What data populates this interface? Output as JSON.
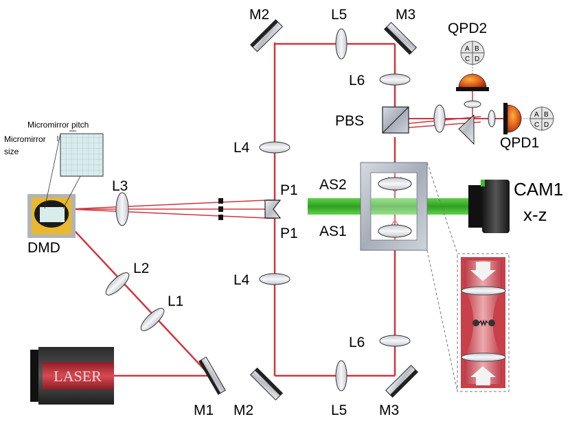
{
  "labels": {
    "m1": "M1",
    "m2_top": "M2",
    "m2_bottom": "M2",
    "m3_top": "M3",
    "m3_bottom": "M3",
    "l1": "L1",
    "l2": "L2",
    "l3": "L3",
    "l4_top": "L4",
    "l4_bottom": "L4",
    "l5_top": "L5",
    "l5_bottom": "L5",
    "l6_top": "L6",
    "l6_bottom": "L6",
    "p1_top": "P1",
    "p1_bottom": "P1",
    "pbs": "PBS",
    "as1": "AS1",
    "as2": "AS2",
    "qpd1": "QPD1",
    "qpd2": "QPD2",
    "cam1": "CAM1",
    "cam1_axis": "x-z",
    "dmd": "DMD",
    "laser": "LASER",
    "micromirror_pitch": "Micromirror pitch",
    "micromirror_size_line1": "Micromirror",
    "micromirror_size_line2": "size",
    "quadrant_a": "A",
    "quadrant_b": "B",
    "quadrant_c": "C",
    "quadrant_d": "D"
  },
  "colors": {
    "beam_red": "#d0343c",
    "beam_green": "#3dbb2c",
    "dmd_frame": "#e8b830",
    "photodiode": "#e06418",
    "laser_text": "#f0d8d8",
    "trap_red": "#c8404a"
  }
}
